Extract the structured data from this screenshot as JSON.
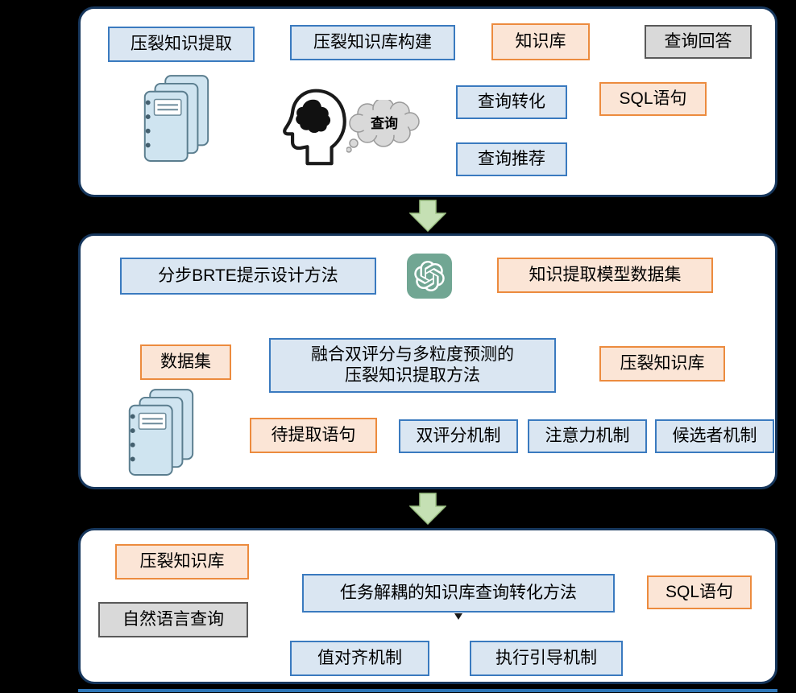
{
  "diagram": {
    "top_panel": {
      "fracturing_knowledge_extraction": "压裂知识提取",
      "fracturing_kb_construction": "压裂知识库构建",
      "knowledge_base": "知识库",
      "query_answer": "查询回答",
      "query_conversion": "查询转化",
      "sql_statement": "SQL语句",
      "query_recommendation": "查询推荐",
      "thought_bubble": "查询"
    },
    "middle_panel": {
      "brte_prompt_method": "分步BRTE提示设计方法",
      "knowledge_extraction_model_dataset": "知识提取模型数据集",
      "dataset": "数据集",
      "fusion_method_line1": "融合双评分与多粒度预测的",
      "fusion_method_line2": "压裂知识提取方法",
      "fracturing_kb": "压裂知识库",
      "sentences_to_extract": "待提取语句",
      "dual_scoring_mechanism": "双评分机制",
      "attention_mechanism": "注意力机制",
      "candidate_mechanism": "候选者机制"
    },
    "bottom_panel": {
      "fracturing_kb": "压裂知识库",
      "task_decoupled_query_conversion": "任务解耦的知识库查询转化方法",
      "sql_statement": "SQL语句",
      "natural_language_query": "自然语言查询",
      "value_alignment_mechanism": "值对齐机制",
      "execution_guidance_mechanism": "执行引导机制"
    },
    "icons": {
      "document_stack": "document-stack-icon",
      "thinking_head": "thinking-head-icon",
      "openai_logo": "openai-logo-icon",
      "down_arrow": "down-arrow-icon"
    },
    "colors": {
      "background": "#000000",
      "panel_border": "#16365c",
      "blue_fill": "#dae6f2",
      "blue_border": "#3a7abf",
      "orange_fill": "#fbe5d6",
      "orange_border": "#ec8b3e",
      "gray_fill": "#d9d9d9",
      "gray_border": "#595959",
      "arrow_fill": "#c5e0b4",
      "openai_green": "#71a693"
    }
  }
}
